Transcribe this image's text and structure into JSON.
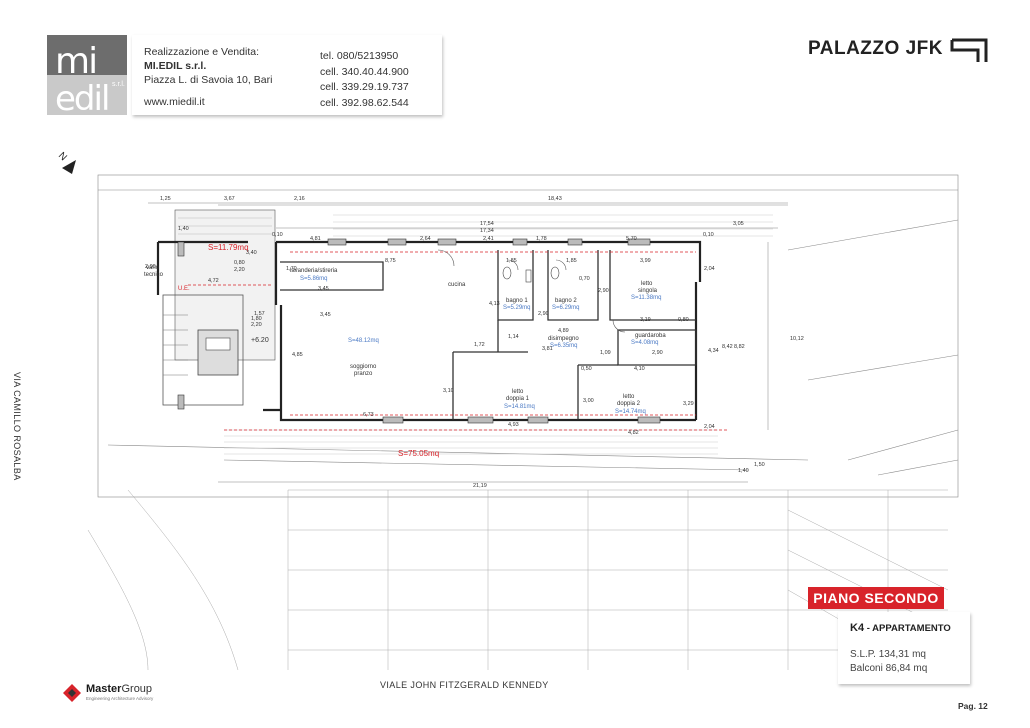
{
  "header": {
    "logo_top": "mi",
    "logo_bottom": "edil",
    "logo_srl": "s.r.l.",
    "realizzazione": "Realizzazione e Vendita:",
    "company": "MI.EDIL s.r.l.",
    "address": "Piazza L. di Savoia 10, Bari",
    "website": "www.miedil.it",
    "tel": "tel. 080/5213950",
    "cell1": "cell. 340.40.44.900",
    "cell2": "cell. 339.29.19.737",
    "cell3": "cell. 392.98.62.544"
  },
  "title": "PALAZZO JFK",
  "plan": {
    "north": "N",
    "rooms": {
      "terrace_area": "S=11.79mq",
      "vano_tecnico_1": "vano",
      "vano_tecnico_2": "tecnico",
      "ue": "U.E.",
      "lavanderia": "lavanderia/stireria",
      "lavanderia_area": "S=5.86mq",
      "cucina": "cucina",
      "bagno1": "bagno 1",
      "bagno1_area": "S=5.29mq",
      "bagno2": "bagno 2",
      "bagno2_area": "S=6.29mq",
      "letto_singola_1": "letto",
      "letto_singola_2": "singola",
      "letto_singola_area": "S=11.38mq",
      "guardaroba": "guardaroba",
      "guardaroba_area": "S=4.08mq",
      "disimpegno": "disimpegno",
      "disimpegno_area": "S=6.35mq",
      "soggiorno_area": "S=48.12mq",
      "soggiorno_1": "soggiorno",
      "soggiorno_2": "pranzo",
      "letto_d1_1": "letto",
      "letto_d1_2": "doppia 1",
      "letto_d1_area": "S=14.81mq",
      "letto_d2_1": "letto",
      "letto_d2_2": "doppia 2",
      "letto_d2_area": "S=14.74mq",
      "balcony_area": "S=75.05mq",
      "level": "+6.20"
    },
    "dims": {
      "d_1_25": "1,25",
      "d_3_67": "3,67",
      "d_2_16": "2,16",
      "d_18_43": "18,43",
      "d_17_54": "17,54",
      "d_17_34": "17,34",
      "d_3_05": "3,05",
      "d_4_81": "4,81",
      "d_2_64": "2,64",
      "d_2_41": "2,41",
      "d_1_78": "1,78",
      "d_5_70": "5,70",
      "d_1_40a": "1,40",
      "d_0_10a": "0,10",
      "d_0_10b": "0,10",
      "d_3_40": "3,40",
      "d_2_00": "2,00",
      "d_0_80": "0,80",
      "d_2_20a": "2,20",
      "d_4_72": "4,72",
      "d_1_70": "1,70",
      "d_3_45a": "3,45",
      "d_8_75": "8,75",
      "d_1_85a": "1,85",
      "d_1_85b": "1,85",
      "d_3_99": "3,99",
      "d_2_04a": "2,04",
      "d_1_57": "1,57",
      "d_1_80": "1,80",
      "d_2_20b": "2,20",
      "d_3_45b": "3,45",
      "d_4_13": "4,13",
      "d_2_90a": "2,90",
      "d_2_90b": "2,90",
      "d_0_70": "0,70",
      "d_3_19": "3,19",
      "d_0_80b": "0,80",
      "d_4_89": "4,89",
      "d_1_14": "1,14",
      "d_3_81": "3,81",
      "d_1_72": "1,72",
      "d_1_09": "1,09",
      "d_2_90c": "2,90",
      "d_4_10": "4,10",
      "d_0_50": "0,50",
      "d_4_34": "4,34",
      "d_8_42": "8,42",
      "d_8_82": "8,82",
      "d_10_12": "10,12",
      "d_4_85": "4,85",
      "d_3_10": "3,10",
      "d_3_00": "3,00",
      "d_3_29": "3,29",
      "d_6_73": "6,73",
      "d_4_93": "4,93",
      "d_4_82": "4,82",
      "d_2_04b": "2,04",
      "d_1_40b": "1,40",
      "d_1_50": "1,50",
      "d_21_19": "21,19"
    }
  },
  "badge": {
    "piano": "PIANO SECONDO",
    "type_code": "K4",
    "type_label": " - APPARTAMENTO",
    "slp": "S.L.P.  134,31 mq",
    "balconi": "Balconi  86,84 mq"
  },
  "streets": {
    "bottom": "VIALE JOHN FITZGERALD KENNEDY",
    "left": "VIA CAMILLO ROSALBA"
  },
  "footer": {
    "brand_master": "Master",
    "brand_group": "Group",
    "brand_sub": "Engineering Architecture Advisory",
    "page": "Pag. 12"
  },
  "colors": {
    "accent_red": "#d8232a",
    "area_blue": "#4a79c4",
    "logo_dark": "#6d6d6d",
    "logo_light": "#c9c9c9"
  }
}
